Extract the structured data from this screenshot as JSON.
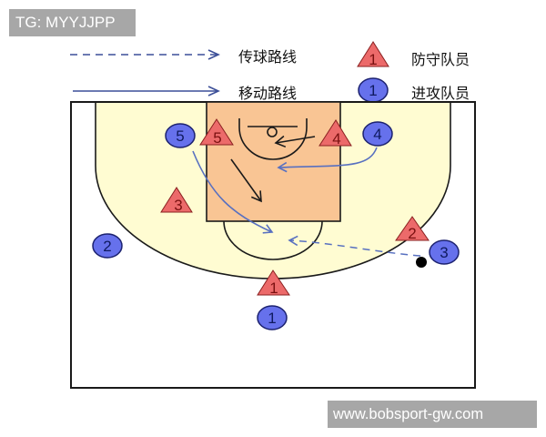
{
  "watermarks": {
    "top": "TG: MYYJJPP",
    "bottom": "www.bobsport-gw.com"
  },
  "legend": {
    "pass_route": {
      "label": "传球路线",
      "style": "dashed-arrow"
    },
    "move_route": {
      "label": "移动路线",
      "style": "solid-arrow"
    },
    "defender": {
      "label": "防守队员",
      "symbol": "triangle",
      "number": "1"
    },
    "attacker": {
      "label": "进攻队员",
      "symbol": "circle",
      "number": "1"
    }
  },
  "colors": {
    "court_background": "#ffffff",
    "three_point_area": "#fffcd2",
    "paint": "#f9c594",
    "line": "#1a1a1a",
    "arrow_blue": "#5870c0",
    "defender_fill": "#ec6a6a",
    "defender_text": "#7a1010",
    "attacker_fill": "#6671ec",
    "attacker_stroke": "#1c2270",
    "attacker_text": "#0f1a60",
    "ball": "#000000"
  },
  "court": {
    "diagram_type": "half-court",
    "defenders": [
      {
        "number": "1"
      },
      {
        "number": "2"
      },
      {
        "number": "3"
      },
      {
        "number": "4"
      },
      {
        "number": "5"
      }
    ],
    "attackers": [
      {
        "number": "1"
      },
      {
        "number": "2"
      },
      {
        "number": "3"
      },
      {
        "number": "4"
      },
      {
        "number": "5"
      }
    ],
    "ball_holder": "3"
  }
}
